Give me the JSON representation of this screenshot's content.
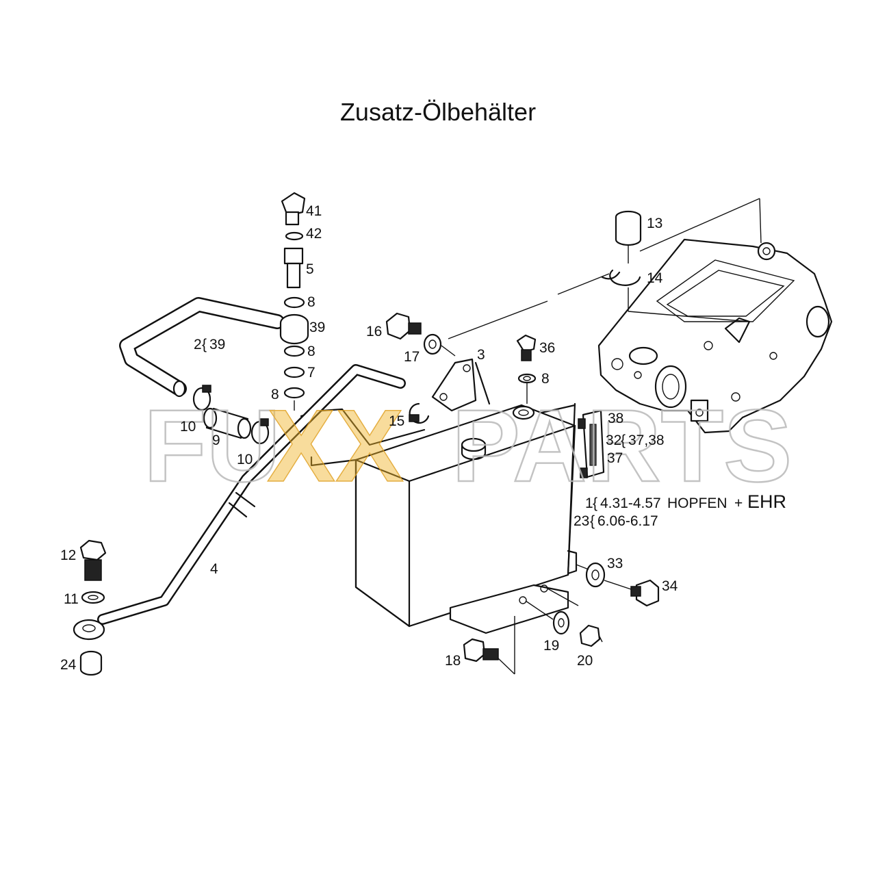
{
  "title": "Zusatz-Ölbehälter",
  "watermark": {
    "text_left": "FU",
    "text_mid": "XX",
    "text_right": "PARTS",
    "outline_color": "#b9b9b9",
    "accent_color": "#f0b429"
  },
  "parts": {
    "p41": "41",
    "p42": "42",
    "p5": "5",
    "p8a": "8",
    "p39": "39",
    "p8b": "8",
    "p7": "7",
    "p8c": "8",
    "p2": "2",
    "p2ref": "39",
    "p10a": "10",
    "p9": "9",
    "p10b": "10",
    "p16": "16",
    "p17": "17",
    "p3": "3",
    "p15": "15",
    "p36": "36",
    "p8d": "8",
    "p13": "13",
    "p14": "14",
    "p38": "38",
    "p32": "32",
    "p32ref": "37,38",
    "p37": "37",
    "p4": "4",
    "p12": "12",
    "p11": "11",
    "p24": "24",
    "p33": "33",
    "p34": "34",
    "p18": "18",
    "p19": "19",
    "p20": "20"
  },
  "notes": {
    "n1_num": "1",
    "n1_range": "4.31-4.57",
    "n1_text": "HOPFEN",
    "n1_plus": "+",
    "n1_ehr": "EHR",
    "n23_num": "23",
    "n23_range": "6.06-6.17"
  }
}
